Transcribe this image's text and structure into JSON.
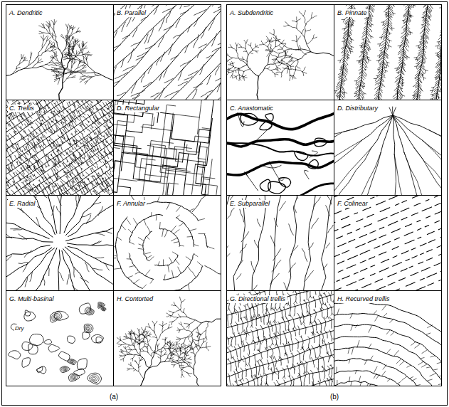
{
  "diagram": {
    "nodes": [
      {
        "text": [
          "A. Dendritic"
        ]
      },
      {
        "text": [
          "B. Parallel"
        ]
      },
      {
        "text": [
          "C. Trellis"
        ]
      },
      {
        "text": [
          "D. Rectangular"
        ]
      },
      {
        "text": [
          "E. Radial"
        ]
      },
      {
        "text": [
          "F. Annular"
        ]
      },
      {
        "text": [
          "G. Multi-basinal"
        ]
      },
      {
        "text": [
          "H. Contorted"
        ]
      },
      {
        "text": [
          "A. Subdendritic"
        ]
      },
      {
        "text": [
          "B. Pinnate"
        ]
      },
      {
        "text": [
          "C. Anastomatic"
        ]
      },
      {
        "text": [
          "D. Distributary"
        ]
      },
      {
        "text": [
          "E. Subparallel"
        ]
      },
      {
        "text": [
          "F. Colinear"
        ]
      },
      {
        "text": [
          "G. Directional trellis"
        ]
      },
      {
        "text": [
          "H. Recurved trellis"
        ]
      }
    ],
    "labels": [
      "Dry",
      "(a)",
      "(b)"
    ]
  }
}
